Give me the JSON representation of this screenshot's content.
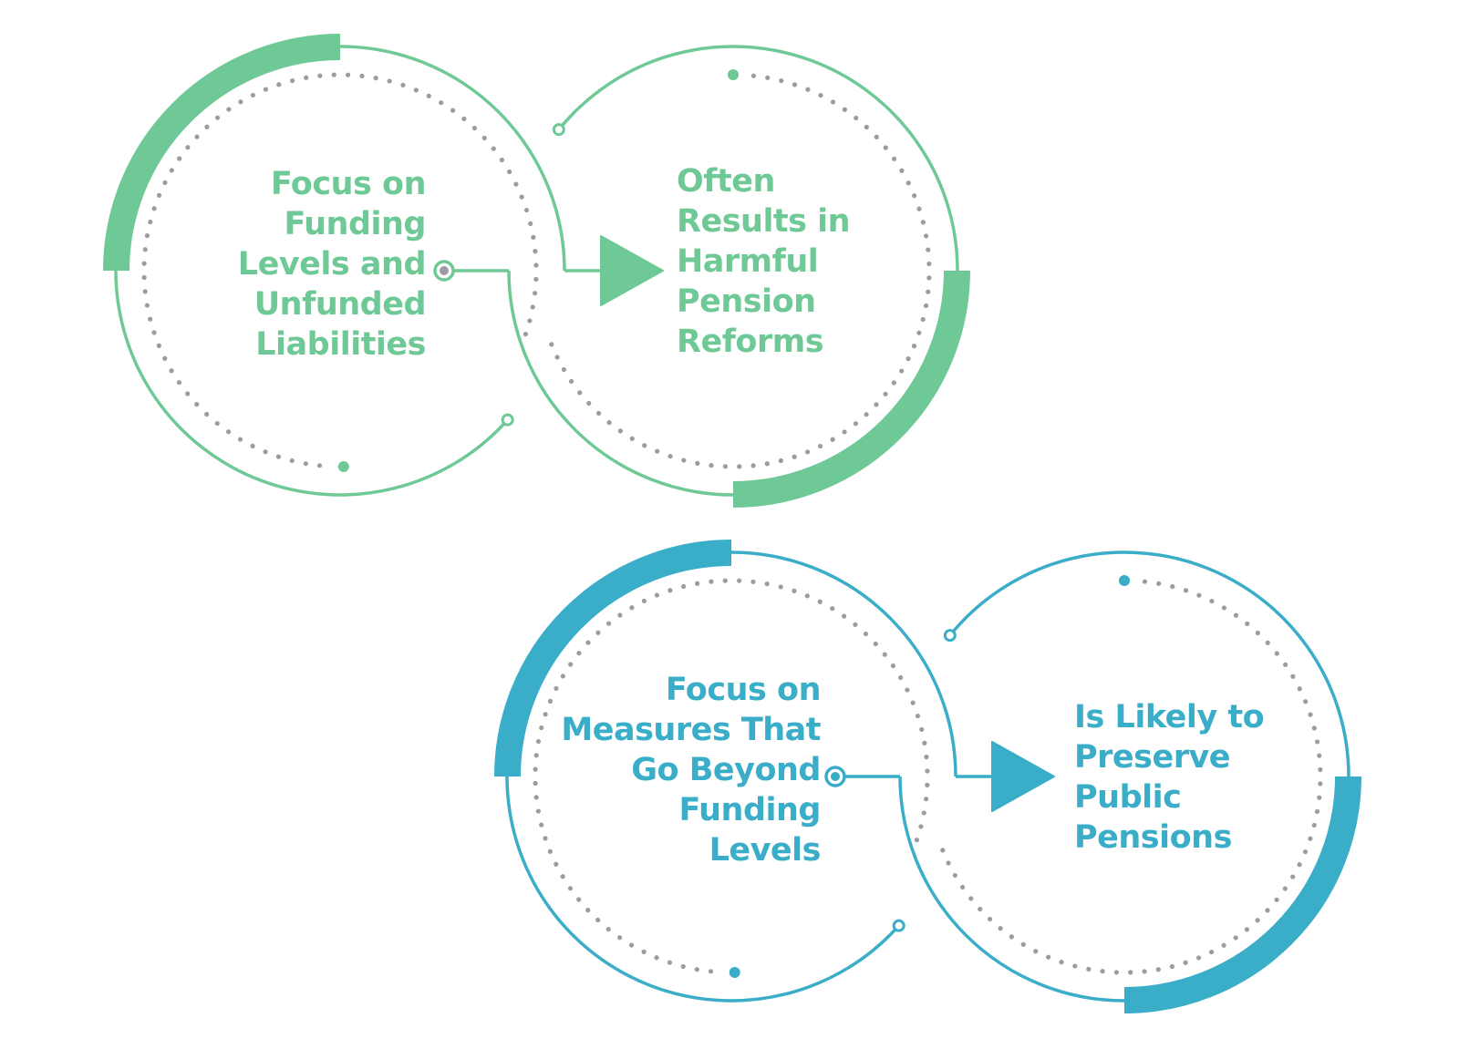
{
  "colors": {
    "green": "#6fc996",
    "blue": "#3aadc8",
    "dots": "#9b9ba3",
    "background": "#ffffff"
  },
  "rows": [
    {
      "id": "current-approach",
      "color_key": "green",
      "cause": {
        "lines": [
          "Focus on",
          "Funding",
          "Levels and",
          "Unfunded",
          "Liabilities"
        ]
      },
      "effect": {
        "lines": [
          "Often",
          "Results in",
          "Harmful",
          "Pension",
          "Reforms"
        ]
      },
      "connector_icon": "arrow-right-icon"
    },
    {
      "id": "better-approach",
      "color_key": "blue",
      "cause": {
        "lines": [
          "Focus on",
          "Measures That",
          "Go Beyond",
          "Funding",
          "Levels"
        ]
      },
      "effect": {
        "lines": [
          "Is Likely to",
          "Preserve",
          "Public",
          "Pensions"
        ]
      },
      "connector_icon": "arrow-right-icon"
    }
  ]
}
